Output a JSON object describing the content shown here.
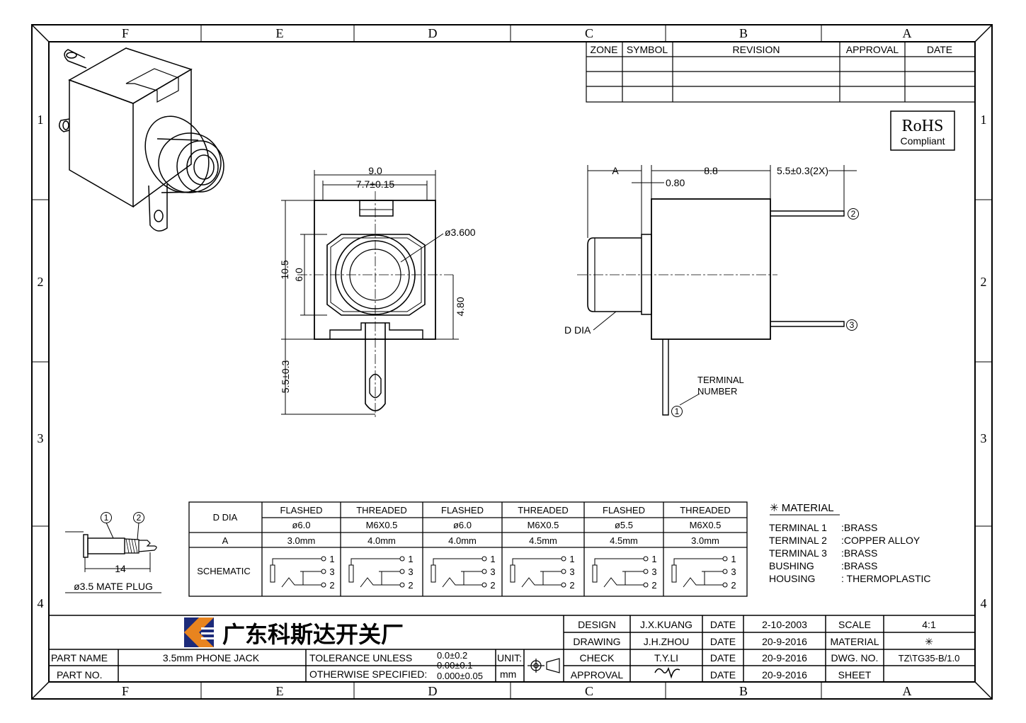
{
  "frame": {
    "columns": [
      "F",
      "E",
      "D",
      "C",
      "B",
      "A"
    ],
    "rows": [
      "1",
      "2",
      "3",
      "4"
    ]
  },
  "revision_table": {
    "headers": [
      "ZONE",
      "SYMBOL",
      "REVISION",
      "APPROVAL",
      "DATE"
    ]
  },
  "rohs": {
    "line1": "RoHS",
    "line2": "Compliant"
  },
  "front_view": {
    "dim_width": "9.0",
    "dim_inner_width": "7.7±0.15",
    "dim_bore": "ø3.600",
    "dim_height": "10.5",
    "dim_inner_height": "6.0",
    "dim_center": "4.80",
    "dim_terminal": "5.5±0.3"
  },
  "side_view": {
    "dim_a": "A",
    "dim_length": "8.8",
    "dim_pin_length": "5.5±0.3(2X)",
    "dim_flange": "0.80",
    "d_dia_label": "D DIA",
    "terminal_label_1": "TERMINAL",
    "terminal_label_2": "NUMBER",
    "pin_numbers": [
      "1",
      "2",
      "3"
    ]
  },
  "mate_plug": {
    "callouts": [
      "1",
      "2"
    ],
    "dim_length": "14",
    "label": "ø3.5 MATE PLUG"
  },
  "options_table": {
    "row_d_dia_label": "D DIA",
    "row_a_label": "A",
    "row_schematic_label": "SCHEMATIC",
    "types": [
      "FLASHED",
      "THREADED",
      "FLASHED",
      "THREADED",
      "FLASHED",
      "THREADED"
    ],
    "d_dia": [
      "ø6.0",
      "M6X0.5",
      "ø6.0",
      "M6X0.5",
      "ø5.5",
      "M6X0.5"
    ],
    "a": [
      "3.0mm",
      "4.0mm",
      "4.0mm",
      "4.5mm",
      "4.5mm",
      "3.0mm"
    ],
    "schematic_pins": [
      "1",
      "3",
      "2"
    ]
  },
  "material": {
    "title": "✳ MATERIAL",
    "items": [
      {
        "part": "TERMINAL 1",
        "value": ":BRASS"
      },
      {
        "part": "TERMINAL 2",
        "value": ":COPPER ALLOY"
      },
      {
        "part": "TERMINAL 3",
        "value": ":BRASS"
      },
      {
        "part": "BUSHING",
        "value": ":BRASS"
      },
      {
        "part": "HOUSING",
        "value": ": THERMOPLASTIC"
      }
    ]
  },
  "title_block": {
    "company": "广东科斯达开关厂",
    "part_name_label": "PART NAME",
    "part_name": "3.5mm PHONE JACK",
    "part_no_label": "PART NO.",
    "tolerance_1": "TOLERANCE UNLESS",
    "tolerance_2": "OTHERWISE SPECIFIED:",
    "tol_values": [
      "0.0±0.2",
      "0.00±0.1",
      "0.000±0.05"
    ],
    "unit_label": "UNIT:",
    "unit": "mm",
    "rows": [
      {
        "role": "DESIGN",
        "name": "J.X.KUANG",
        "date_label": "DATE",
        "date": "2-10-2003",
        "key": "SCALE",
        "value": "4:1"
      },
      {
        "role": "DRAWING",
        "name": "J.H.ZHOU",
        "date_label": "DATE",
        "date": "20-9-2016",
        "key": "MATERIAL",
        "value": "✳"
      },
      {
        "role": "CHECK",
        "name": "T.Y.LI",
        "date_label": "DATE",
        "date": "20-9-2016",
        "key": "DWG. NO.",
        "value": "TZ\\TG35-B/1.0"
      },
      {
        "role": "APPROVAL",
        "name": "",
        "date_label": "DATE",
        "date": "20-9-2016",
        "key": "SHEET",
        "value": ""
      }
    ]
  }
}
